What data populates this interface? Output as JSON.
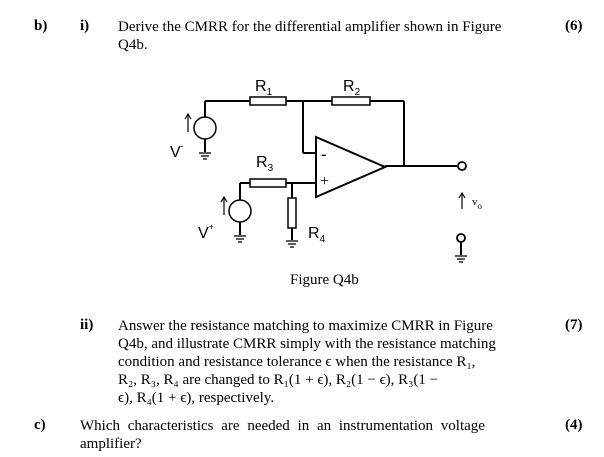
{
  "part_b": {
    "label": "b)",
    "q1": {
      "label": "i)",
      "lines": [
        "Derive the CMRR for the differential amplifier shown in Figure",
        "Q4b."
      ],
      "marks": "(6)"
    },
    "figure": {
      "caption": "Figure Q4b",
      "r1": "R",
      "r1_sub": "1",
      "r2": "R",
      "r2_sub": "2",
      "r3": "R",
      "r3_sub": "3",
      "r4": "R",
      "r4_sub": "4",
      "v_minus": "V",
      "v_minus_sign": "-",
      "v_plus": "V",
      "v_plus_sign": "+",
      "opamp_minus": "-",
      "opamp_plus": "+",
      "vo": "v",
      "vo_sub": "o"
    },
    "q2": {
      "label": "ii)",
      "lines": [
        "Answer the resistance matching to maximize CMRR in Figure",
        "Q4b, and illustrate CMRR simply with the resistance matching",
        "condition and resistance tolerance ϵ when the resistance R₁,",
        "R₂, R₃, R₄ are changed to  R₁(1 + ϵ), R₂(1 − ϵ), R₃(1 −",
        "ϵ), R₄(1 + ϵ), respectively."
      ],
      "marks": "(7)"
    }
  },
  "part_c": {
    "label": "c)",
    "lines": [
      "Which characteristics are needed in an instrumentation voltage",
      "amplifier?"
    ],
    "marks": "(4)"
  }
}
